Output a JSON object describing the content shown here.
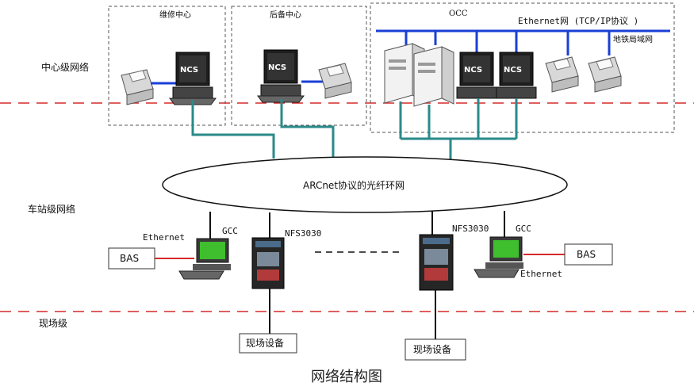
{
  "levels": {
    "center": "中心级网络",
    "station": "车站级网络",
    "field": "现场级"
  },
  "boxes": {
    "maintenance": "维修中心",
    "backup": "后备中心",
    "occ": "OCC"
  },
  "network": {
    "ethernet": "Ethernet网 (TCP/IP协议 )",
    "metro_lan": "地铁局域网",
    "ring": "ARCnet协议的光纤环网"
  },
  "devices": {
    "ncs": "NCS",
    "gcc": "GCC",
    "nfs": "NFS3030",
    "ethernet": "Ethernet",
    "bas": "BAS",
    "field_device": "现场设备"
  },
  "title": "网络结构图",
  "colors": {
    "ethernet_bus": "#1a3fd6",
    "ring_links": "#2a8a8a",
    "level_divider": "#d62a2a",
    "bas_link": "#d62a2a"
  }
}
